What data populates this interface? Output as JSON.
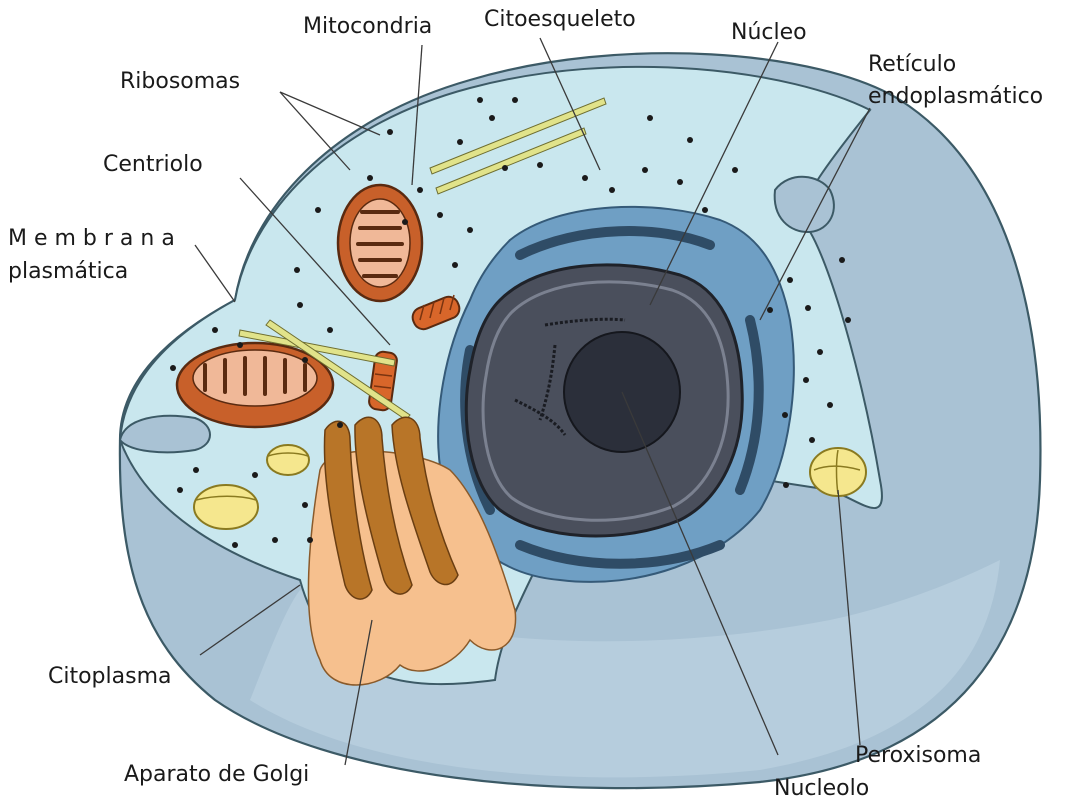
{
  "labels": {
    "mitocondria": "Mitocondria",
    "citoesqueleto": "Citoesqueleto",
    "nucleo": "Núcleo",
    "reticulo_line1": "Retículo",
    "reticulo_line2": "endoplasmático",
    "ribosomas": "Ribosomas",
    "centriolo": "Centriolo",
    "membrana_line1": "M e m b r a n a",
    "membrana_line2": "plasmática",
    "citoplasma": "Citoplasma",
    "golgi": "Aparato de Golgi",
    "peroxisoma": "Peroxisoma",
    "nucleolo": "Nucleolo"
  },
  "colors": {
    "cytoplasm": "#c9e7ee",
    "cell_outer": "#a9c2d4",
    "nucleus_dark": "#4a4f5c",
    "nucleolus": "#2b2f3a",
    "er": "#6f9fc4",
    "mitochondria": "#c8602a",
    "golgi_dark": "#b87528",
    "golgi_light": "#f6c08e",
    "peroxisome": "#f5e78e",
    "cytoskeleton": "#e1e38a"
  }
}
